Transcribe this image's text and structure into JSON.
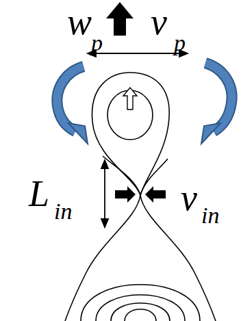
{
  "diagram": {
    "labels": [
      "w",
      "p",
      "v",
      "p",
      "L",
      "in",
      "v",
      "in"
    ]
  }
}
